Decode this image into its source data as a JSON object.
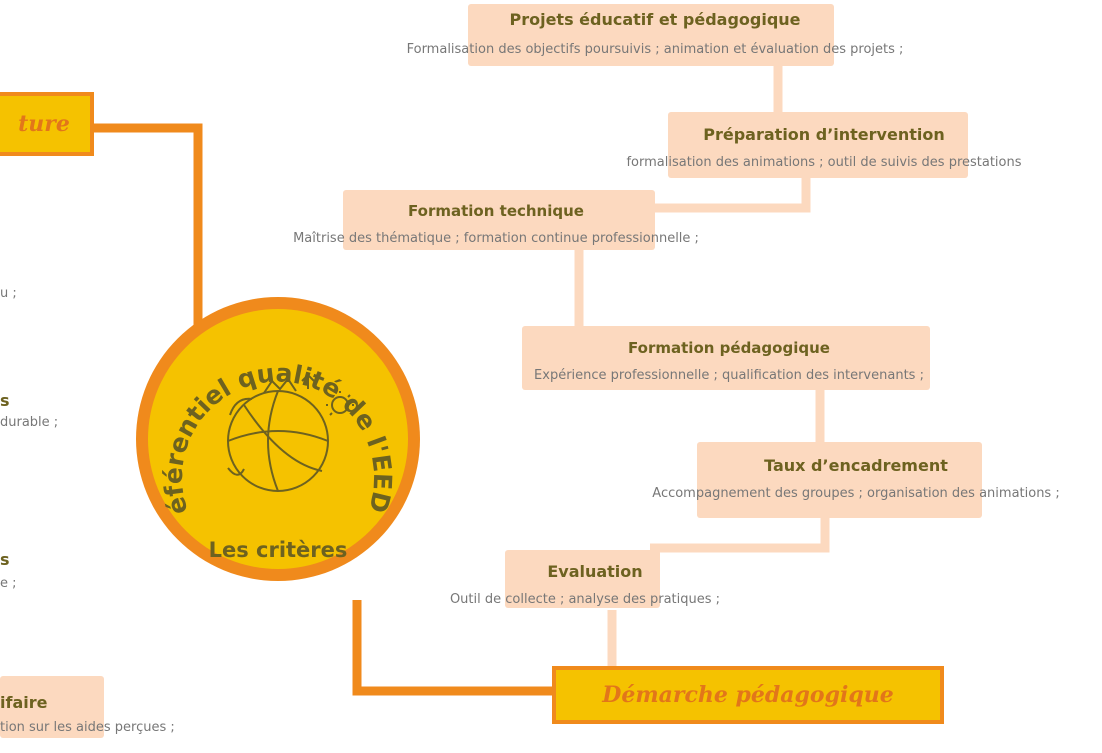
{
  "center": {
    "arc_title": "Référentiel qualité de l'EEDD",
    "subtitle": "Les critères"
  },
  "categories": {
    "left_top": "ture",
    "bottom_right": "Démarche pédagogique"
  },
  "right_nodes": [
    {
      "title": "Projets éducatif et pédagogique",
      "desc": "Formalisation des objectifs poursuivis ; animation et évaluation des projets ;"
    },
    {
      "title": "Préparation d’intervention",
      "desc": "formalisation des animations ; outil de suivis des prestations"
    },
    {
      "title": "Formation technique",
      "desc": "Maîtrise des thématique ; formation continue professionnelle ;"
    },
    {
      "title": "Formation pédagogique",
      "desc": "Expérience professionnelle ; qualification des intervenants ;"
    },
    {
      "title": "Taux d’encadrement",
      "desc": "Accompagnement des groupes ; organisation des animations ;"
    },
    {
      "title": "Evaluation",
      "desc": "Outil de collecte ; analyse des pratiques ;"
    }
  ],
  "left_fragments": {
    "frag1_desc": "u ;",
    "frag2_title": "s",
    "frag2_desc": "durable ;",
    "frag3_title": "s",
    "frag3_desc": "e ;",
    "frag4_title": "ifaire",
    "frag4_desc": "tion sur les aides perçues ;"
  },
  "colors": {
    "orange_line": "#f08a1c",
    "peach_line": "#fcd9bf",
    "yellow": "#f5c200",
    "title_olive": "#6d6220"
  }
}
